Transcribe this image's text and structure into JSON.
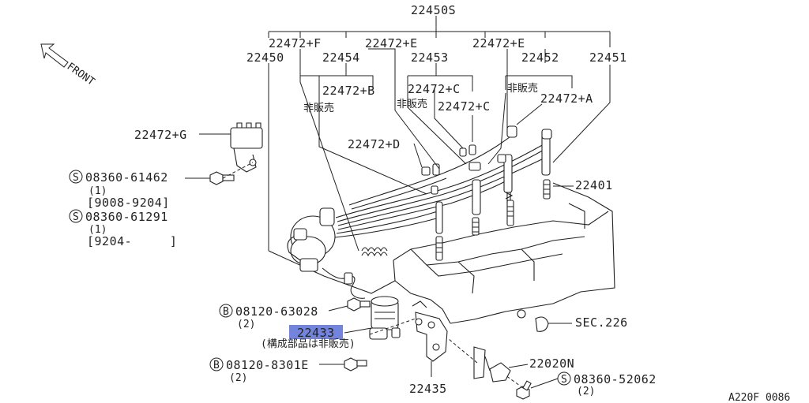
{
  "diagram": {
    "labels": {
      "top_assembly": "22450S",
      "wire_f": "22472+F",
      "wire_e1": "22472+E",
      "wire_e2": "22472+E",
      "wire_22450": "22450",
      "wire_22454": "22454",
      "wire_22453": "22453",
      "wire_22452": "22452",
      "wire_22451": "22451",
      "wire_b": "22472+B",
      "wire_c1": "22472+C",
      "wire_c2": "22472+C",
      "wire_a": "22472+A",
      "wire_d": "22472+D",
      "not_sold_1": "非販売",
      "not_sold_2": "非販売",
      "not_sold_3": "非販売",
      "wire_g": "22472+G",
      "spark_plug": "22401",
      "coil": "22433",
      "coil_note": "(構成部品は非販売)",
      "bracket": "22435",
      "sensor": "22020N",
      "sec": "SEC.226",
      "front": "FRONT",
      "bolt_s1": "08360-61462",
      "bolt_s1_qty": "(1)",
      "bolt_s1_range": "[9008-9204]",
      "bolt_s2": "08360-61291",
      "bolt_s2_qty": "(1)",
      "bolt_s2_range": "[9204-     ]",
      "bolt_b1": "08120-63028",
      "bolt_b1_qty": "(2)",
      "bolt_b2": "08120-8301E",
      "bolt_b2_qty": "(2)",
      "bolt_s3": "08360-52062",
      "bolt_s3_qty": "(2)",
      "figure_code": "A220F 0086"
    },
    "prefix_s": "S",
    "prefix_b": "B"
  }
}
